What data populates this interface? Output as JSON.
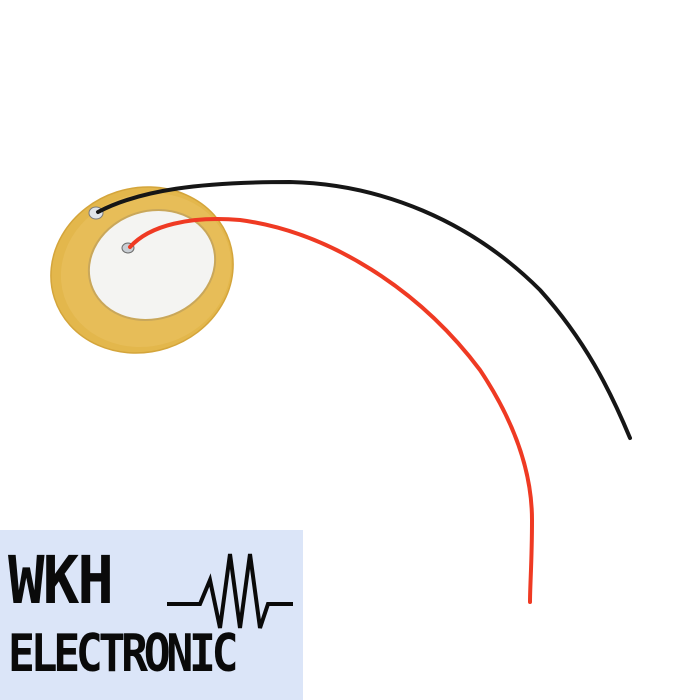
{
  "image": {
    "subject": "piezo disc element with two lead wires",
    "background_color": "#ffffff",
    "disc": {
      "outer_color": "#e4b94e",
      "inner_color": "#f3f3f1"
    },
    "wires": [
      {
        "name": "black-wire",
        "color": "#161616"
      },
      {
        "name": "red-wire",
        "color": "#ef3a23"
      }
    ]
  },
  "logo": {
    "line1": "WKH",
    "line2": "ELECTRONIC",
    "symbol": "resistor-icon",
    "background_color": "#dbe5f8",
    "text_color": "#0a0a0a"
  }
}
